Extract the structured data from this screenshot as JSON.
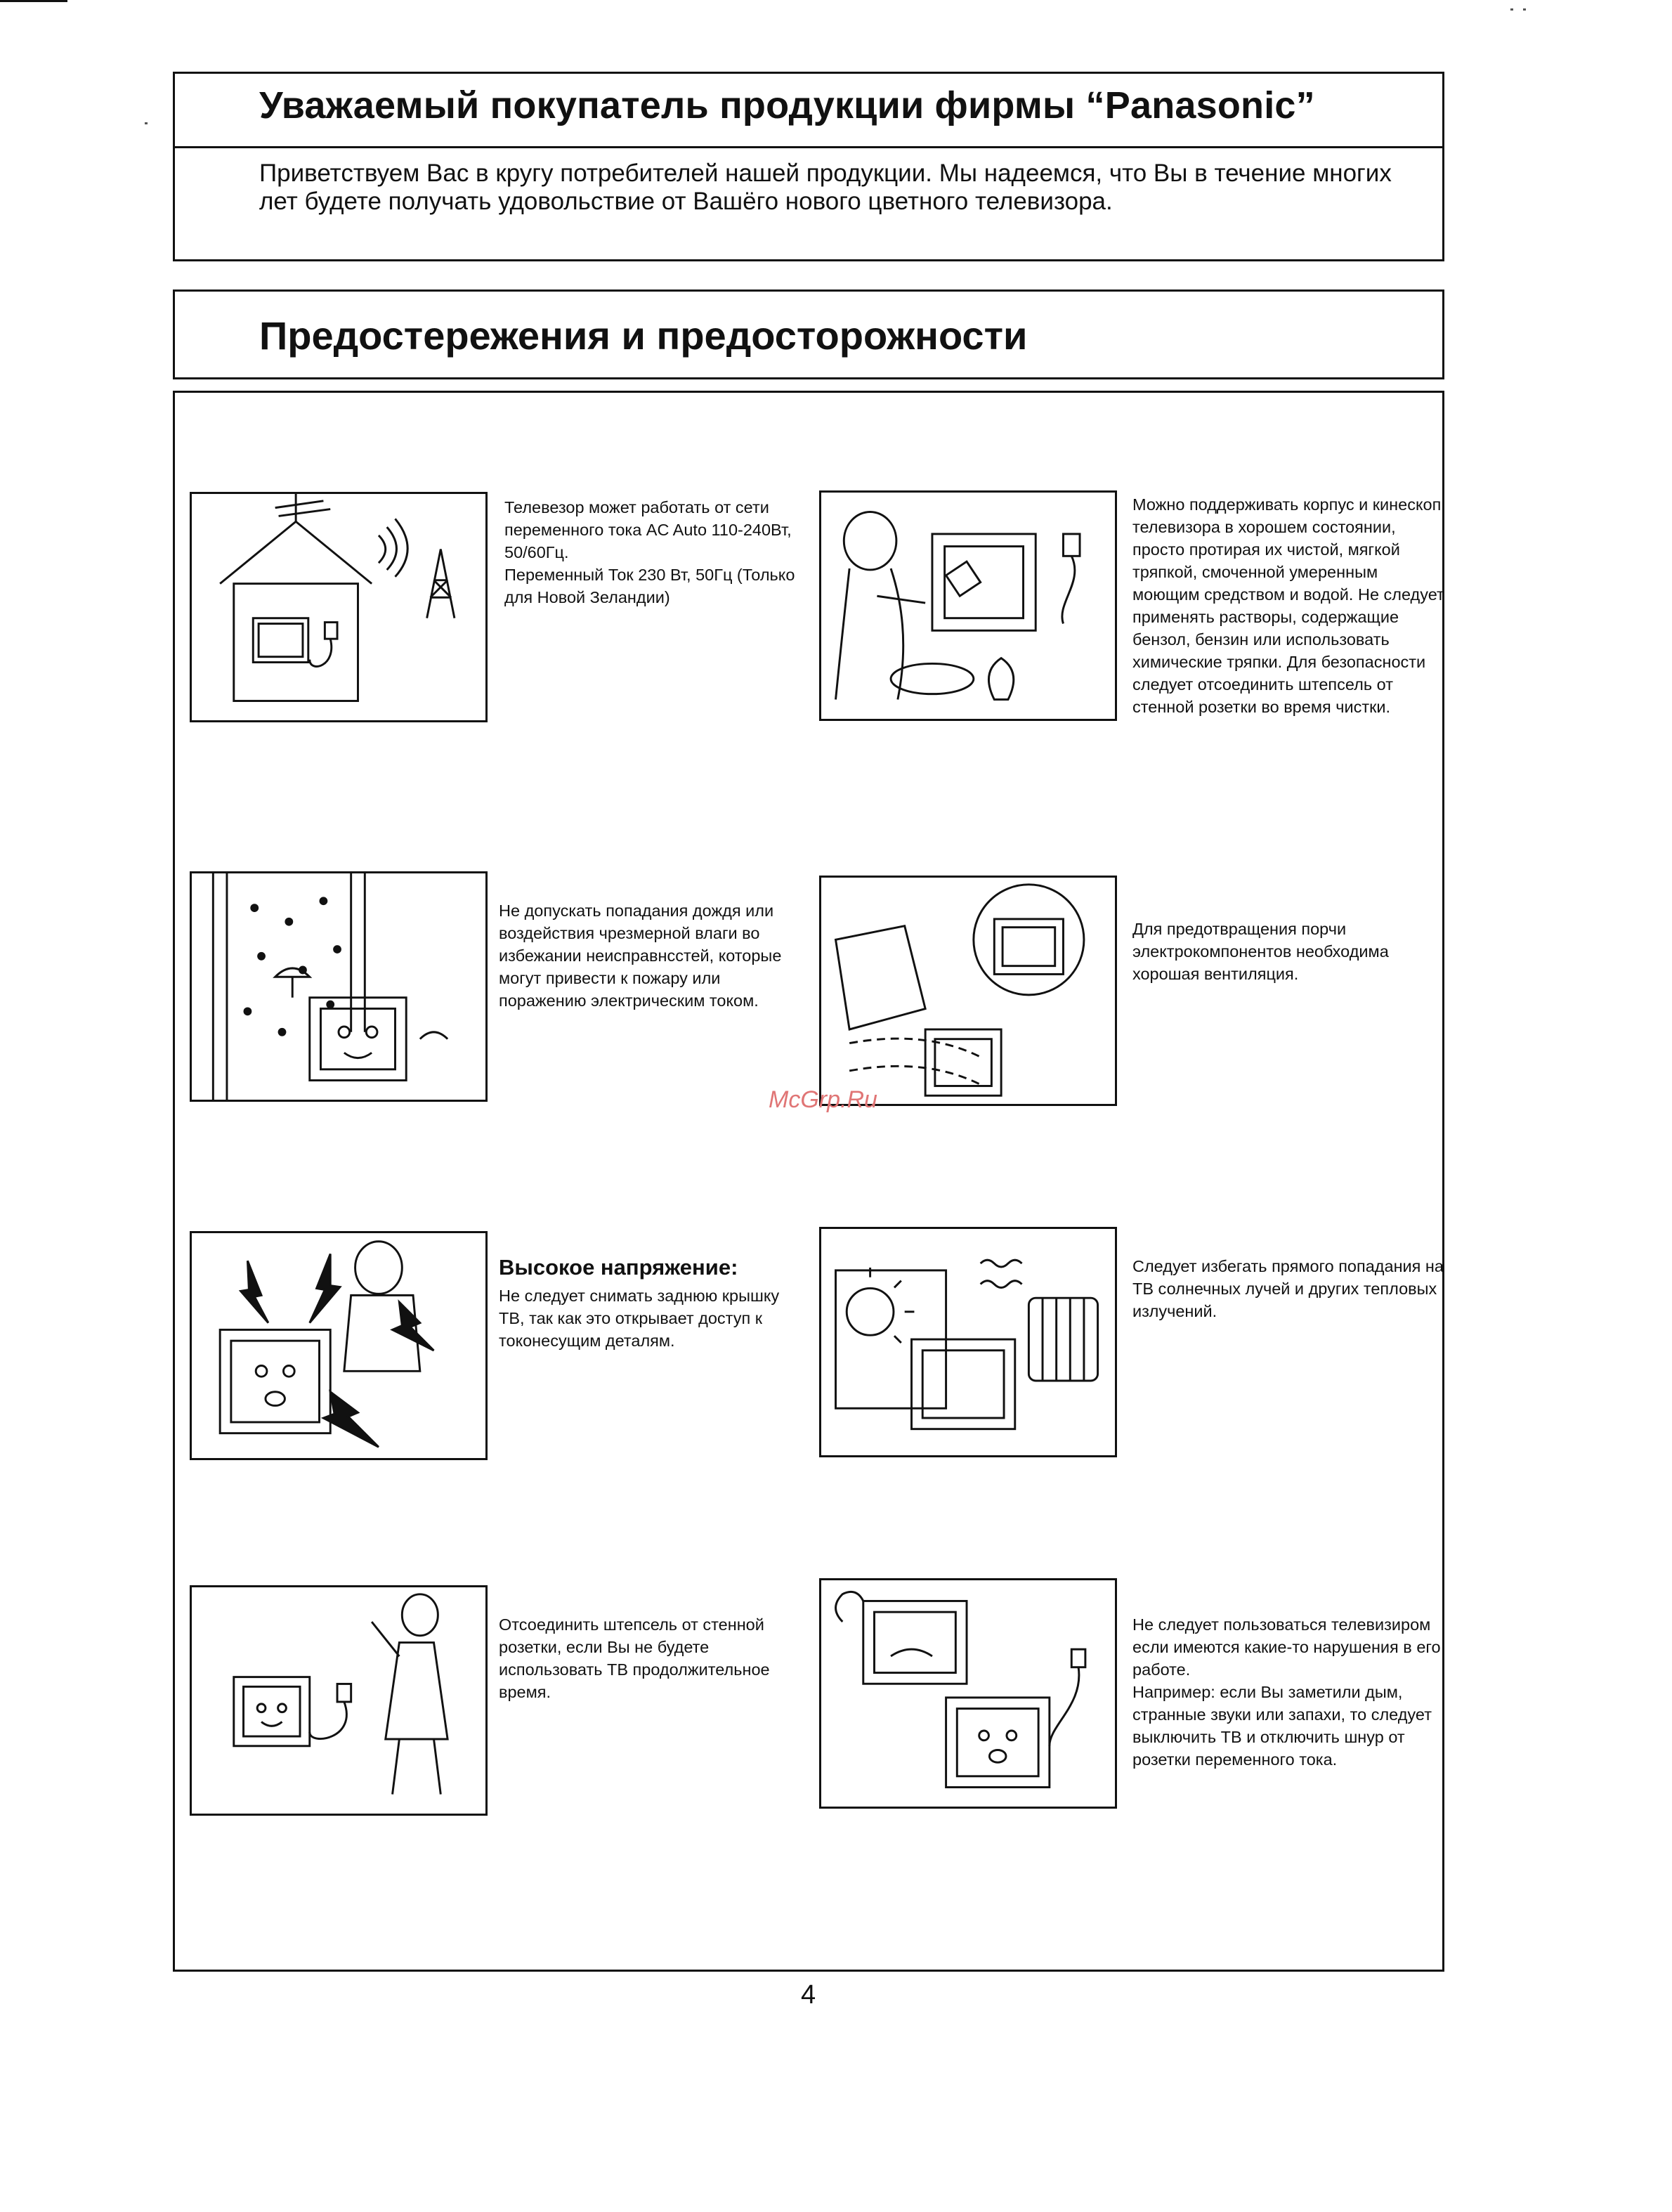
{
  "welcome": {
    "title": "Уважаемый покупатель продукции фирмы “Panasonic”",
    "body": "Приветствуем Вас в кругу потребителей нашей продукции. Мы надеемся, что Вы в течение многих лет будете получать удовольствие от Вашёго нового цветного телевизора."
  },
  "precautions": {
    "title": "Предостережения и предосторожности",
    "items": [
      {
        "text": "Телевезор может работать от сети переменного тока AC Auto 110-240Вт, 50/60Гц.\nПеременный Ток 230 Вт, 50Гц (Только для Новой Зеландии)"
      },
      {
        "text": "Можно поддерживать корпус и кинескоп телевизора в хорошем состоянии, просто протирая их чистой, мягкой тряпкой, смоченной умеренным моющим средством и водой. Не следует применять растворы, содержащие бензол, бензин или использовать химические тряпки. Для безопасности следует отсоединить штепсель от стенной розетки во время чистки."
      },
      {
        "text": "Не допускать попадания дождя или воздействия чрезмерной влаги во избежании неисправнсстей, которые могут привести к пожару или поражению электрическим током."
      },
      {
        "text": "Для предотвращения порчи электрокомпонентов необходима хорошая вентиляция."
      },
      {
        "heading": "Высокое напряжение:",
        "text": "Не следует снимать заднюю крышку ТВ, так как это открывает доступ к токонесущим деталям."
      },
      {
        "text": "Следует избегать прямого попадания на ТВ солнечных лучей и других тепловых излучений."
      },
      {
        "text": "Отсоединить штепсель от стенной розетки, если Вы не будете использовать ТВ продолжительное время."
      },
      {
        "text": "Не следует пользоваться телевизиром если имеются какие-то нарушения в его работе.\nНапример: если Вы заметили дым, странные звуки или запахи, то следует выключить ТВ и отключить шнур от розетки переменного тока."
      }
    ]
  },
  "watermark": "McGrp.Ru",
  "page_number": "4"
}
